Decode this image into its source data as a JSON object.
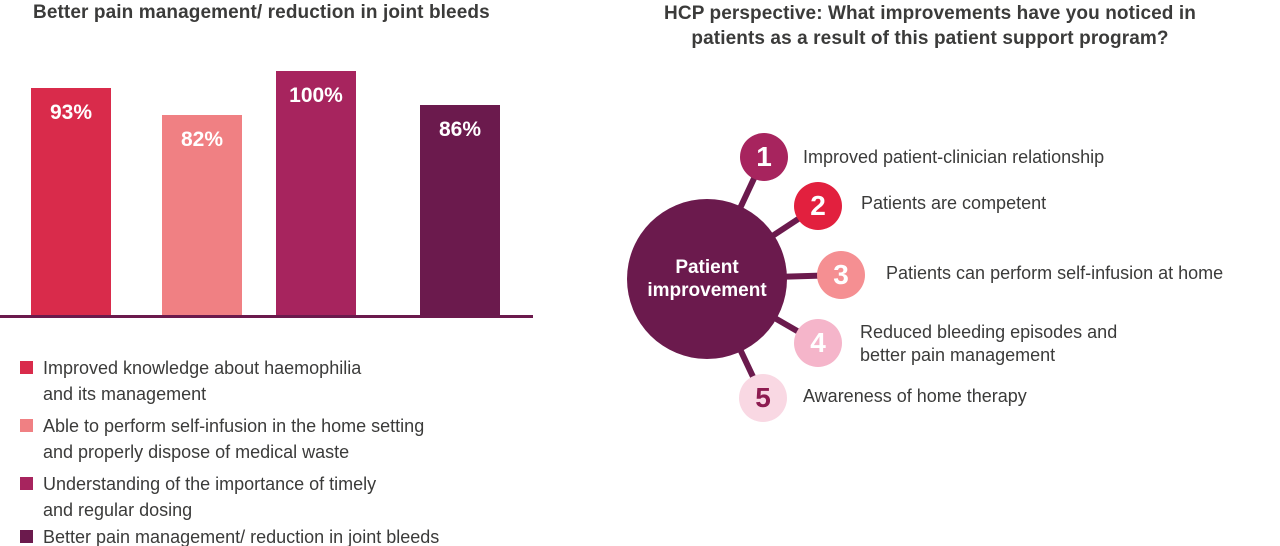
{
  "text_color": "#3B3B3A",
  "chart_data": {
    "type": "bar",
    "title": "Better pain management/ reduction in joint bleeds",
    "categories": [
      "Improved knowledge about haemophilia and its management",
      "Able to perform self-infusion in the home setting and properly dispose of medical waste",
      "Understanding of the importance of timely and regular dosing",
      "Better pain management/ reduction in joint bleeds"
    ],
    "values": [
      93,
      82,
      100,
      86
    ],
    "value_labels": [
      "93%",
      "82%",
      "100%",
      "86%"
    ],
    "colors": [
      "#D92B4B",
      "#F08083",
      "#A7245E",
      "#6B1A4D"
    ],
    "xlabel": "",
    "ylabel": "",
    "ylim": [
      0,
      100
    ],
    "grid": false,
    "axis_line_color": "#6B1A4D",
    "value_label_color": "#FFFFFF",
    "legend_position": "below",
    "legend": [
      {
        "color": "#D92B4B",
        "lines": [
          "Improved knowledge about haemophilia",
          "and its management"
        ]
      },
      {
        "color": "#F08083",
        "lines": [
          "Able to perform self-infusion in the home setting",
          "and properly dispose of medical waste"
        ]
      },
      {
        "color": "#A7245E",
        "lines": [
          "Understanding of the importance of timely",
          "and regular dosing"
        ]
      },
      {
        "color": "#6B1A4D",
        "lines": [
          "Better pain management/ reduction in joint bleeds"
        ]
      }
    ]
  },
  "diagram": {
    "title": "HCP perspective: What improvements have you noticed in patients as a result of this patient support program?",
    "center": {
      "lines": [
        "Patient",
        "improvement"
      ],
      "color": "#6B1A4D",
      "text_color": "#FFFFFF"
    },
    "connector_color": "#6B1A4D",
    "items": [
      {
        "number": "1",
        "lines": [
          "Improved patient-clinician relationship"
        ],
        "circle_color": "#A7245E",
        "number_color": "#FFFFFF"
      },
      {
        "number": "2",
        "lines": [
          "Patients are competent"
        ],
        "circle_color": "#E2203E",
        "number_color": "#FFFFFF"
      },
      {
        "number": "3",
        "lines": [
          "Patients can perform self-infusion at home"
        ],
        "circle_color": "#F58F92",
        "number_color": "#FFFFFF"
      },
      {
        "number": "4",
        "lines": [
          "Reduced bleeding episodes and",
          "better pain management"
        ],
        "circle_color": "#F5B5CA",
        "number_color": "#FFFFFF"
      },
      {
        "number": "5",
        "lines": [
          "Awareness of home therapy"
        ],
        "circle_color": "#F9D8E3",
        "number_color": "#8D1B50"
      }
    ]
  }
}
